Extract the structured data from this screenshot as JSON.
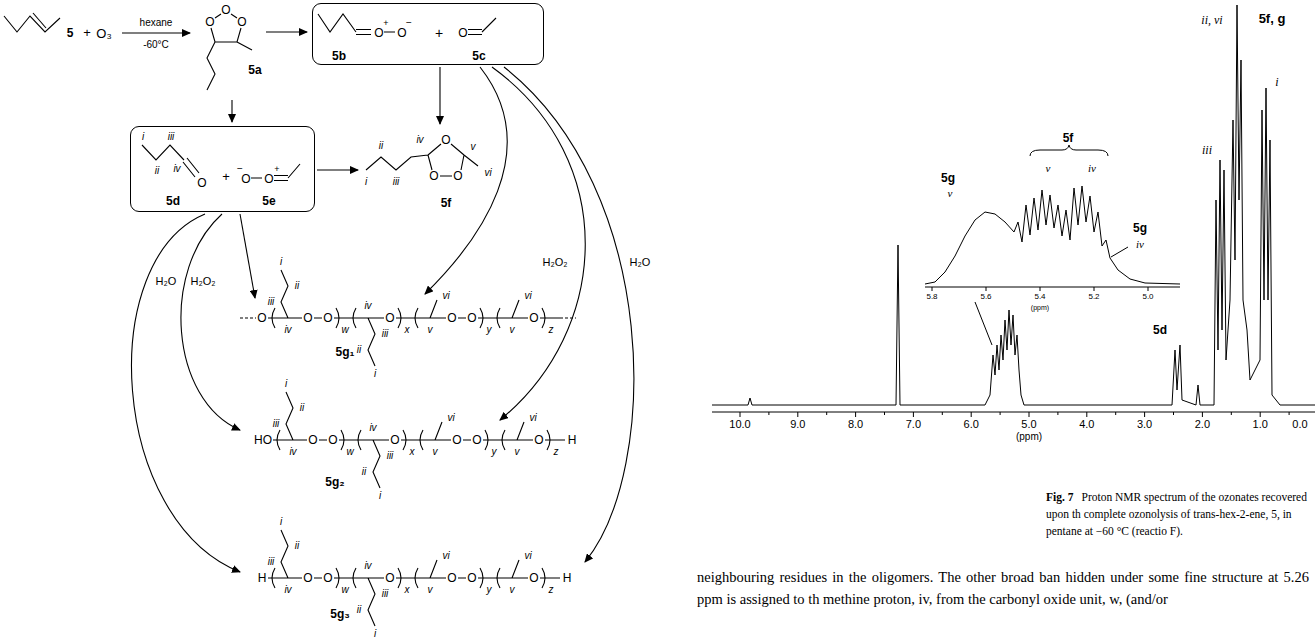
{
  "diagram": {
    "caption": "Proton NMR spectrum of the ozonates recovered upon th complete ozonolysis of trans-hex-2-ene, 5, in pentane at −60 °C (reactio F).",
    "nodes": [
      {
        "text": [
          "O",
          "+",
          "O",
          "−",
          "+",
          "O",
          "5b",
          "5c"
        ]
      },
      {
        "text": [
          "i",
          "ii",
          "iii",
          "iv",
          "O",
          "5d",
          "+",
          "−",
          "O",
          "O",
          "+",
          "5e"
        ]
      }
    ],
    "labels": [
      "5",
      "+",
      "O₃",
      "hexane",
      "-60°C",
      "O",
      "O",
      "O",
      "5a",
      "O",
      "O",
      "O",
      "i",
      "ii",
      "iii",
      "iv",
      "v",
      "vi",
      "5f",
      "H₂O",
      "H₂O₂",
      "H₂O₂",
      "H₂O",
      "O",
      "iii",
      "ii",
      "i",
      "iv",
      "O",
      "O",
      "w",
      "iv",
      "iii",
      "ii",
      "i",
      "O",
      "x",
      "v",
      "vi",
      "O",
      "O",
      "y",
      "v",
      "vi",
      "O",
      "z",
      "5g₁",
      "HO",
      "iii",
      "ii",
      "i",
      "iv",
      "O",
      "O",
      "w",
      "iv",
      "iii",
      "ii",
      "i",
      "O",
      "x",
      "v",
      "vi",
      "O",
      "O",
      "y",
      "v",
      "vi",
      "O",
      "z",
      "H",
      "5g₂",
      "H",
      "iii",
      "ii",
      "i",
      "iv",
      "O",
      "O",
      "w",
      "iv",
      "iii",
      "ii",
      "i",
      "O",
      "x",
      "v",
      "vi",
      "O",
      "O",
      "y",
      "v",
      "vi",
      "O",
      "z",
      "H",
      "5g₃",
      "ii, vi",
      "5f, g",
      "i",
      "iii",
      "5d",
      "5f",
      "v",
      "iv",
      "5g",
      "v",
      "5g",
      "iv",
      "5.8",
      "5.6",
      "5.4",
      "5.2",
      "5.0",
      "(ppm)",
      "10.0",
      "9.0",
      "8.0",
      "7.0",
      "6.0",
      "5.0",
      "4.0",
      "3.0",
      "2.0",
      "1.0",
      "0.0",
      "(ppm)",
      "Fig. 7",
      "neighbouring residues in the oligomers. The other broad ban hidden under some fine structure at 5.26 ppm is assigned to th methine proton, iv, from the carbonyl oxide unit, w, (and/or"
    ]
  }
}
